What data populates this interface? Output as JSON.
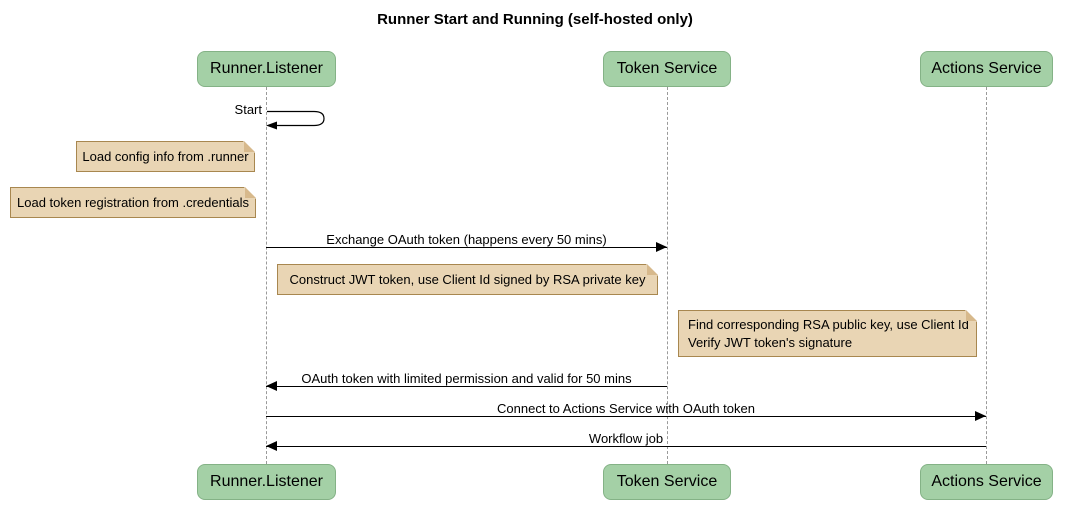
{
  "title": "Runner Start and Running (self-hosted only)",
  "colors": {
    "participant_fill": "#a4d0a6",
    "participant_border": "#84b286",
    "note_fill": "#e9d5b4",
    "note_border": "#a8874f",
    "note_fold": "#d7b98c",
    "lifeline": "#9a9a9a",
    "arrow": "#000000",
    "text": "#000000"
  },
  "participants": [
    {
      "label": "Runner.Listener"
    },
    {
      "label": "Token Service"
    },
    {
      "label": "Actions Service"
    }
  ],
  "messages": [
    {
      "label": "Start",
      "from": "Runner.Listener",
      "to": "Runner.Listener",
      "kind": "self"
    },
    {
      "label": "Exchange OAuth token (happens every 50 mins)",
      "from": "Runner.Listener",
      "to": "Token Service",
      "kind": "solid"
    },
    {
      "label": "OAuth token with limited permission and valid for 50 mins",
      "from": "Token Service",
      "to": "Runner.Listener",
      "kind": "solid"
    },
    {
      "label": "Connect to Actions Service with OAuth token",
      "from": "Runner.Listener",
      "to": "Actions Service",
      "kind": "solid"
    },
    {
      "label": "Workflow job",
      "from": "Actions Service",
      "to": "Runner.Listener",
      "kind": "solid"
    }
  ],
  "notes": [
    {
      "text": "Load config info from .runner",
      "anchor": "Runner.Listener"
    },
    {
      "text": "Load token registration from .credentials",
      "anchor": "Runner.Listener"
    },
    {
      "text": "Construct JWT token, use Client Id signed by RSA private key",
      "anchor": "Runner.Listener-Token Service"
    },
    {
      "lines": [
        "Find corresponding RSA public key, use Client Id",
        "Verify JWT token's signature"
      ],
      "anchor": "Token Service-Actions Service"
    }
  ]
}
